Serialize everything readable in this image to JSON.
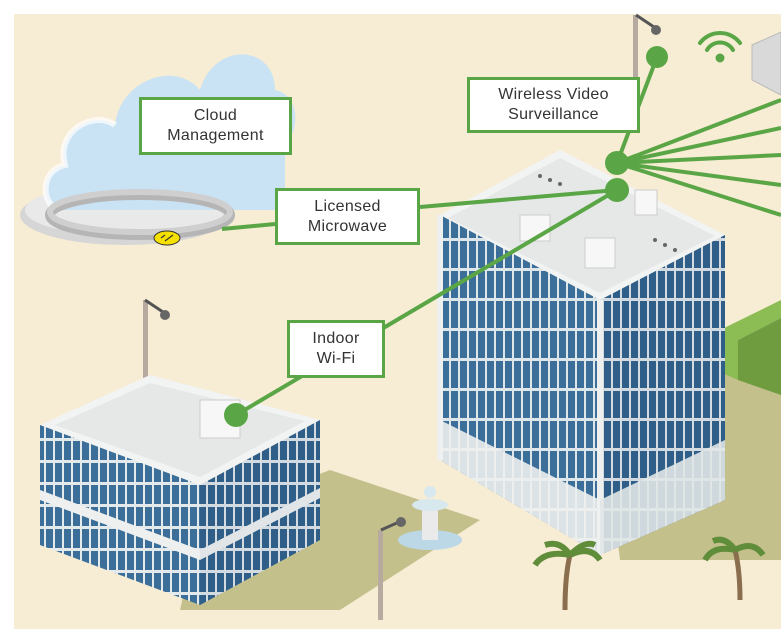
{
  "callouts": {
    "cloud": {
      "line1": "Cloud",
      "line2": "Management"
    },
    "microwave": {
      "line1": "Licensed",
      "line2": "Microwave"
    },
    "surveillance": {
      "line1": "Wireless Video",
      "line2": "Surveillance"
    },
    "wifi": {
      "line1": "Indoor",
      "line2": "Wi-Fi"
    }
  },
  "colors": {
    "background": "#f7ecd4",
    "link_green": "#5aa646",
    "callout_border": "#5aa646",
    "cloud_blue": "#c9e3f4",
    "glass_blue": "#3b6f99",
    "building_white": "#f2f3f3",
    "shadow": "#c3c08c",
    "hedge_green": "#8bbd54",
    "microwave_badge": "#f5e000"
  },
  "icons": [
    "cloud-icon",
    "wifi-signal-icon",
    "microwave-link-icon",
    "security-camera-icon",
    "palm-tree-icon",
    "fountain-icon"
  ]
}
